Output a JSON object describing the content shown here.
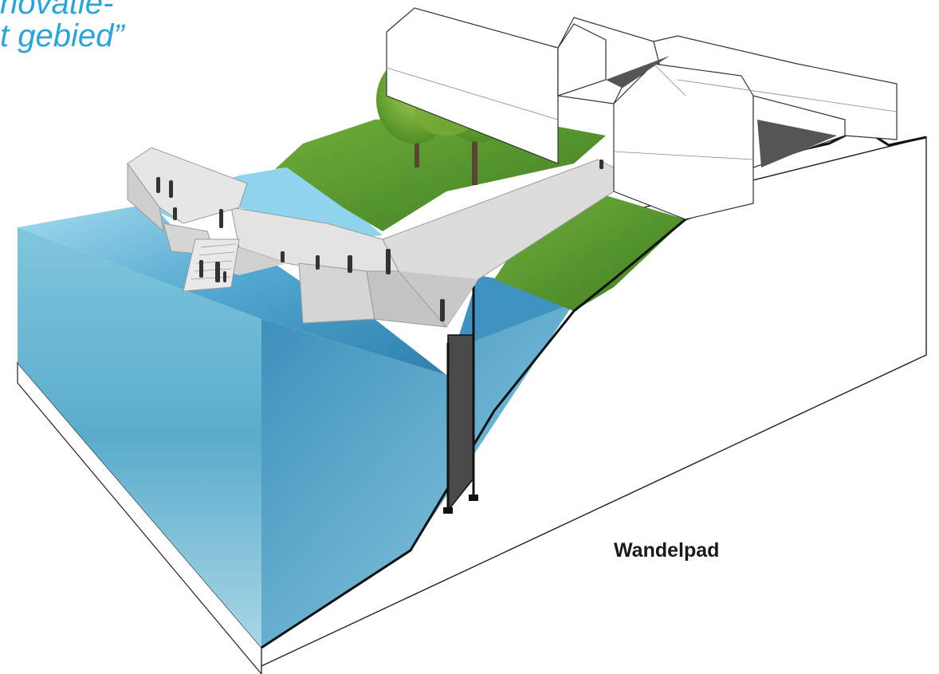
{
  "quote": {
    "line1": "novatie-",
    "line2": "t gebied”"
  },
  "labels": {
    "wandelpad": "Wandelpad"
  },
  "colors": {
    "quote": "#27a6dd",
    "water_surface": "#6ec3dc",
    "water_deep": "#2f7fa6",
    "grass": "#5a9a32",
    "walls": "#d9d9d9",
    "houses": "#ffffff",
    "outline": "#111111"
  }
}
